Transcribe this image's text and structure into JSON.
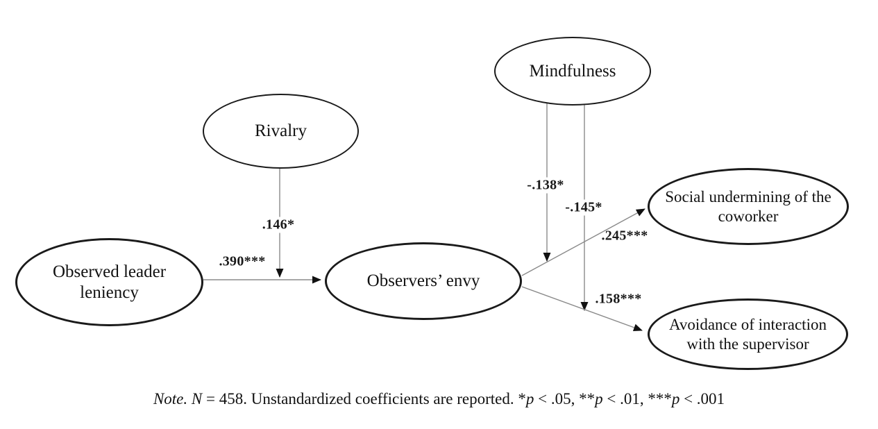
{
  "figure": {
    "background": "#ffffff",
    "line_color": "#8a8a8a",
    "arrowhead_color": "#111111",
    "node_border_color": "#1a1a1a",
    "text_color": "#111111"
  },
  "nodes": {
    "leniency": {
      "label": "Observed leader leniency"
    },
    "rivalry": {
      "label": "Rivalry"
    },
    "mindfulness": {
      "label": "Mindfulness"
    },
    "envy": {
      "label": "Observers’ envy"
    },
    "undermining": {
      "label": "Social undermining of the coworker"
    },
    "avoidance": {
      "label": "Avoidance of interaction with the supervisor"
    }
  },
  "coefficients": {
    "leniency_to_envy": ".390***",
    "rivalry_moderation": ".146*",
    "mindfulness_moderation_1": "-.138*",
    "mindfulness_moderation_2": "-.145*",
    "envy_to_undermining": ".245***",
    "envy_to_avoidance": ".158***"
  },
  "note": {
    "segments": [
      {
        "text": "Note. ",
        "style": "italic"
      },
      {
        "text": "N",
        "style": "italic"
      },
      {
        "text": " = 458. Unstandardized coefficients are reported. *",
        "style": "normal"
      },
      {
        "text": "p",
        "style": "italic"
      },
      {
        "text": " < .05, **",
        "style": "normal"
      },
      {
        "text": "p",
        "style": "italic"
      },
      {
        "text": " < .01, ***",
        "style": "normal"
      },
      {
        "text": "p",
        "style": "italic"
      },
      {
        "text": " < .001",
        "style": "normal"
      }
    ]
  }
}
